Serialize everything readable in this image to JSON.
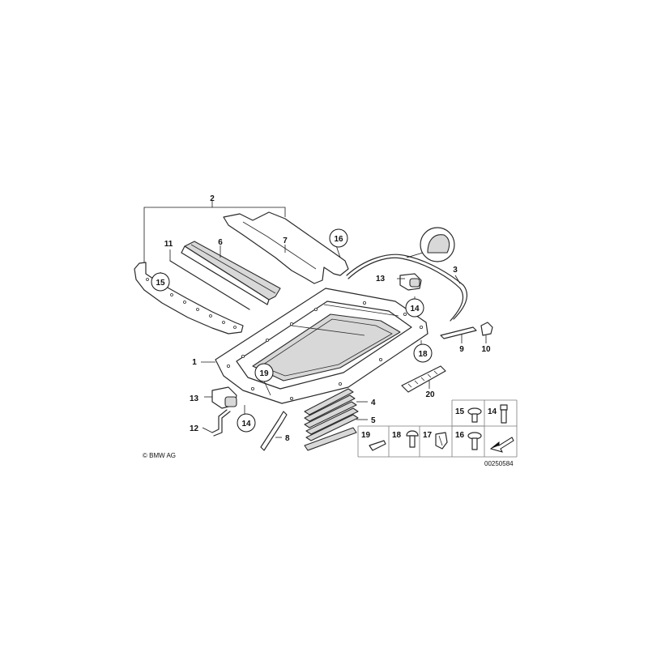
{
  "labels": {
    "n1": "1",
    "n2": "2",
    "n3": "3",
    "n4": "4",
    "n5": "5",
    "n6": "6",
    "n7": "7",
    "n8": "8",
    "n9": "9",
    "n10": "10",
    "n11": "11",
    "n12": "12",
    "n13a": "13",
    "n13b": "13",
    "n14a": "14",
    "n14b": "14",
    "n14c": "14",
    "n15a": "15",
    "n15b": "15",
    "n16a": "16",
    "n16b": "16",
    "n17": "17",
    "n18a": "18",
    "n18b": "18",
    "n19a": "19",
    "n19b": "19",
    "n20": "20"
  },
  "footer": {
    "copyright": "© BMW AG",
    "diagram_number": "00250584"
  }
}
